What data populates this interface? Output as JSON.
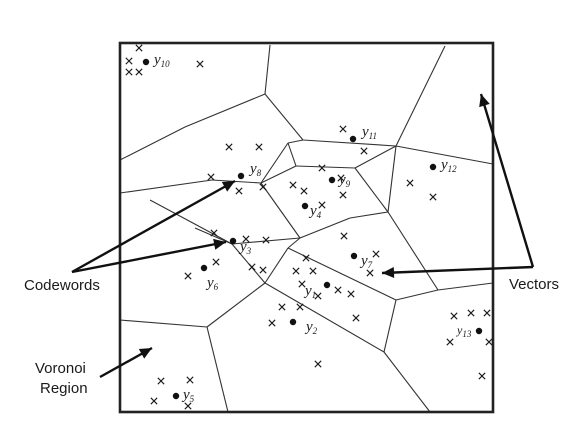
{
  "labels": {
    "codewords": "Codewords",
    "vectors": "Vectors",
    "voronoi_line1": "Voronoi",
    "voronoi_line2": "Region"
  },
  "codewords": [
    {
      "base": "y",
      "sub": "1"
    },
    {
      "base": "y",
      "sub": "2"
    },
    {
      "base": "y",
      "sub": "3"
    },
    {
      "base": "y",
      "sub": "4"
    },
    {
      "base": "y",
      "sub": "5"
    },
    {
      "base": "y",
      "sub": "6"
    },
    {
      "base": "y",
      "sub": "7"
    },
    {
      "base": "y",
      "sub": "8"
    },
    {
      "base": "y",
      "sub": "9"
    },
    {
      "base": "y",
      "sub": "10"
    },
    {
      "base": "y",
      "sub": "11"
    },
    {
      "base": "y",
      "sub": "12"
    },
    {
      "base": "y",
      "sub": "13"
    }
  ],
  "colors": {
    "ink": "#111111",
    "background": "#ffffff"
  }
}
